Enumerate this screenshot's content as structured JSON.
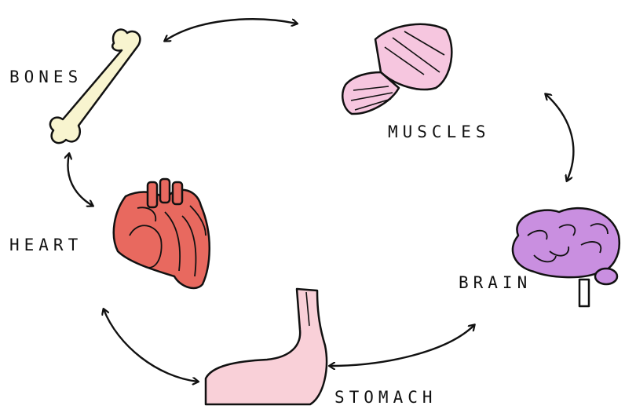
{
  "diagram": {
    "organs": {
      "bones": {
        "label": "BONES"
      },
      "muscles": {
        "label": "MUSCLES"
      },
      "heart": {
        "label": "HEART"
      },
      "brain": {
        "label": "BRAIN"
      },
      "stomach": {
        "label": "STOMACH"
      }
    },
    "connections": [
      {
        "from": "bones",
        "to": "muscles",
        "style": "double-arrow"
      },
      {
        "from": "muscles",
        "to": "brain",
        "style": "double-arrow"
      },
      {
        "from": "brain",
        "to": "stomach",
        "style": "double-arrow"
      },
      {
        "from": "stomach",
        "to": "heart",
        "style": "double-arrow"
      },
      {
        "from": "heart",
        "to": "bones",
        "style": "double-arrow"
      }
    ],
    "colors": {
      "bone": "#f8f4cf",
      "muscle": "#f6c6df",
      "heart": "#e8695f",
      "brain": "#c98fe0",
      "stomach": "#f9d0d8",
      "ink": "#111111"
    }
  }
}
